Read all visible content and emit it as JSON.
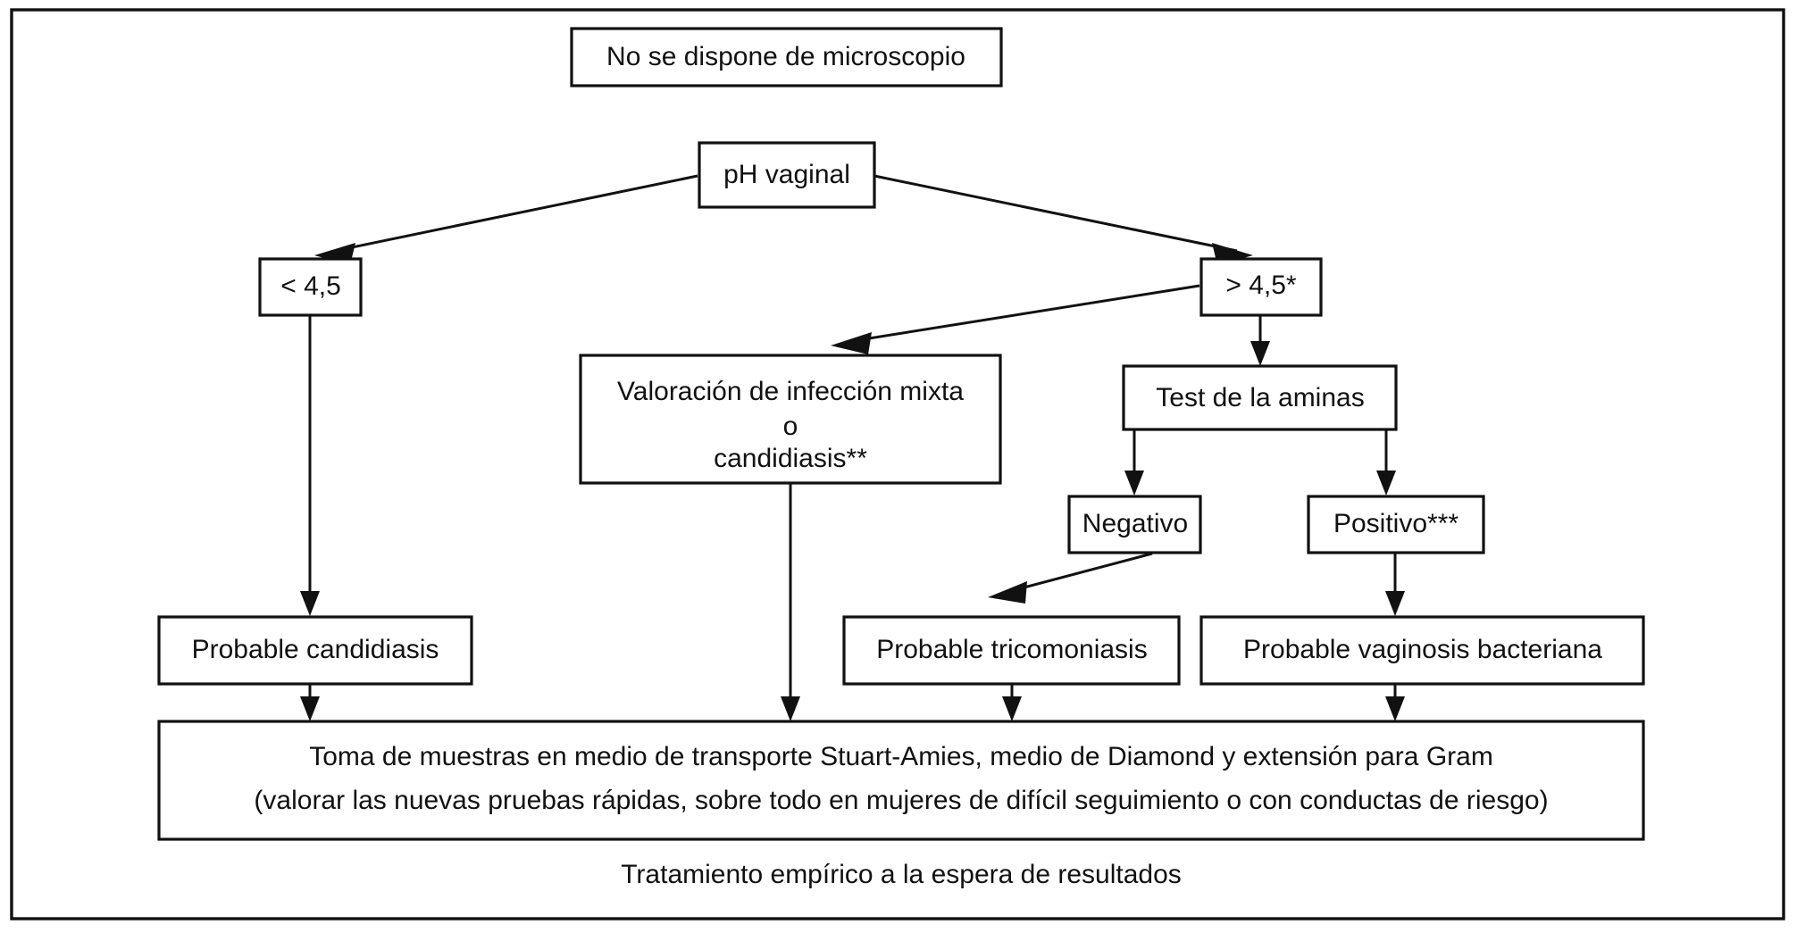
{
  "figure": {
    "title": "Algoritmo diagnostico de vaginitis sin microscopio",
    "language": "es",
    "colors": {
      "background": "#ffffff",
      "stroke": "#111111",
      "text": "#111111"
    }
  },
  "nodes": {
    "start": {
      "label": "No se dispone de microscopio"
    },
    "ph": {
      "label": "pH vaginal"
    },
    "ph_low": {
      "label": "< 4,5"
    },
    "ph_high": {
      "label": "> 4,5*"
    },
    "mixed": {
      "line1": "Valoración de infección mixta",
      "line2": "o",
      "line3": "candidiasis**"
    },
    "amines": {
      "label": "Test de la aminas"
    },
    "amines_negative": {
      "label": "Negativo"
    },
    "amines_positive": {
      "label": "Positivo***"
    },
    "result_candidiasis": {
      "label": "Probable candidiasis"
    },
    "result_trichomoniasis": {
      "label": "Probable tricomoniasis"
    },
    "result_vaginosis": {
      "label": "Probable vaginosis bacteriana"
    },
    "sampling": {
      "line1": "Toma de muestras en medio de transporte Stuart-Amies, medio de Diamond y extensión para Gram",
      "line2": "(valorar las nuevas pruebas rápidas, sobre todo en mujeres de difícil seguimiento o con conductas de riesgo)"
    },
    "footer": {
      "label": "Tratamiento empírico a la espera de resultados"
    }
  },
  "edges": [
    {
      "from": "ph",
      "to": "ph_low",
      "kind": "diagonal-arrow"
    },
    {
      "from": "ph",
      "to": "ph_high",
      "kind": "diagonal-arrow"
    },
    {
      "from": "ph_high",
      "to": "mixed",
      "kind": "diagonal-arrow"
    },
    {
      "from": "ph_high",
      "to": "amines",
      "kind": "vertical-arrow"
    },
    {
      "from": "ph_low",
      "to": "result_candidiasis",
      "kind": "vertical-arrow"
    },
    {
      "from": "amines",
      "to": "amines_negative",
      "kind": "vertical-arrow"
    },
    {
      "from": "amines",
      "to": "amines_positive",
      "kind": "vertical-arrow"
    },
    {
      "from": "amines_negative",
      "to": "result_trichomoniasis",
      "kind": "diagonal-arrow"
    },
    {
      "from": "amines_positive",
      "to": "result_vaginosis",
      "kind": "vertical-arrow"
    },
    {
      "from": "mixed",
      "to": "sampling",
      "kind": "vertical-arrow"
    },
    {
      "from": "result_candidiasis",
      "to": "sampling",
      "kind": "vertical-arrow"
    },
    {
      "from": "result_trichomoniasis",
      "to": "sampling",
      "kind": "vertical-arrow"
    },
    {
      "from": "result_vaginosis",
      "to": "sampling",
      "kind": "vertical-arrow"
    }
  ],
  "footnotes": {
    "markers": [
      "*",
      "**",
      "***"
    ]
  }
}
